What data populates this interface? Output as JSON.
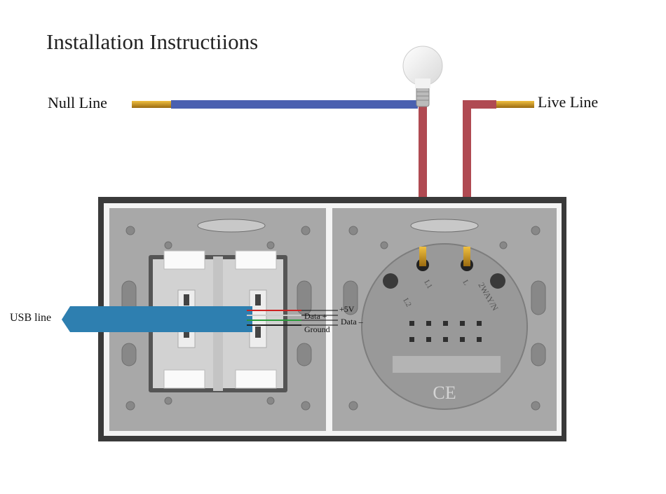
{
  "title": "Installation Instructiions",
  "labels": {
    "null_line": "Null Line",
    "live_line": "Live Line",
    "usb_line": "USB line"
  },
  "usb_pins": {
    "plus5v": "+5V",
    "data_plus": "Data +",
    "data_minus": "Data –",
    "ground": "Ground"
  },
  "switch_markings": {
    "l2": "L2",
    "l1": "L1",
    "l": "L",
    "mode": "2WAY/N",
    "ce": "CE"
  },
  "colors": {
    "neutral_wire": "#4a60b0",
    "live_wire": "#b04a52",
    "usb_cable": "#2e7fb0",
    "wire_tip": "#d4a020",
    "panel_frame": "#3a3a3a",
    "plate": "#a8a8a8",
    "switch_module": "#999999"
  }
}
